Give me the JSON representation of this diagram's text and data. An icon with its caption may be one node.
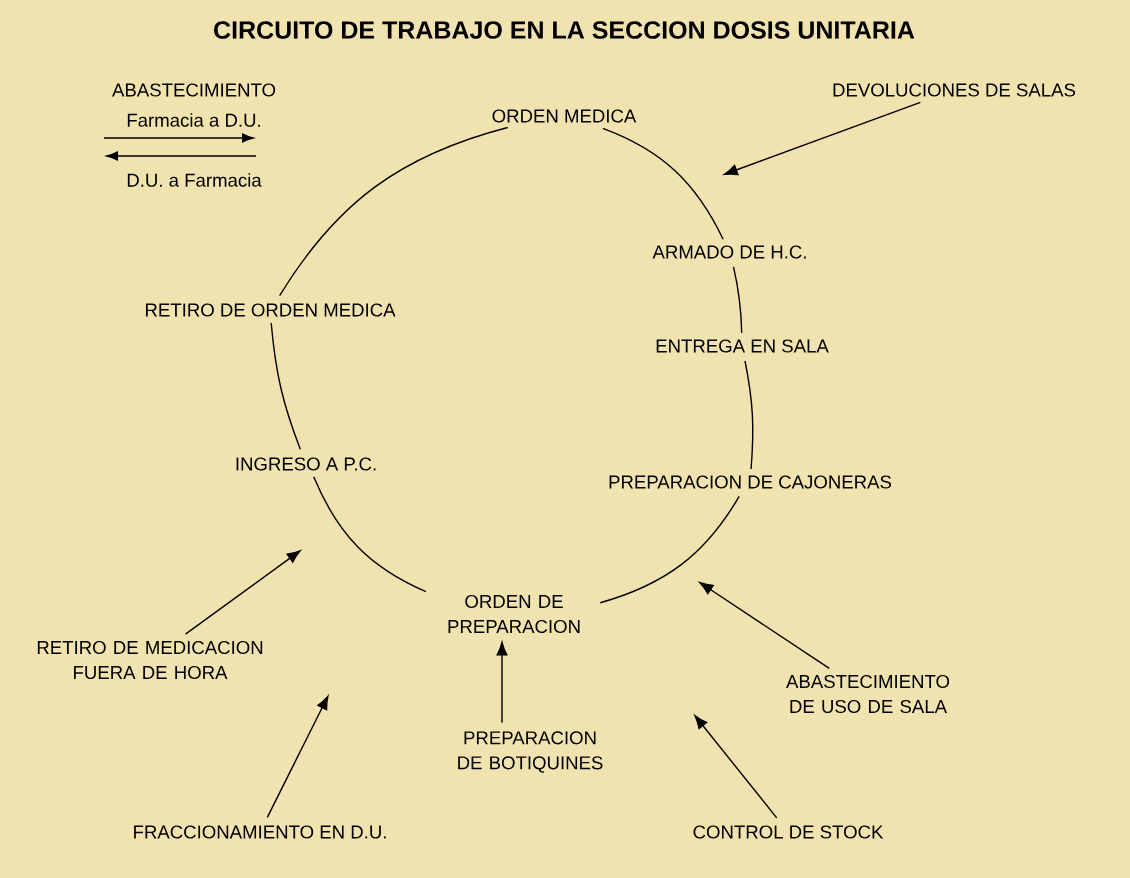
{
  "diagram": {
    "title": "CIRCUITO DE TRABAJO EN LA SECCION DOSIS UNITARIA",
    "nodes": [
      {
        "text": [
          "ORDEN MEDICA"
        ]
      },
      {
        "text": [
          "DEVOLUCIONES DE SALAS"
        ]
      },
      {
        "text": [
          "ARMADO DE H.C."
        ]
      },
      {
        "text": [
          "RETIRO DE ORDEN MEDICA"
        ]
      },
      {
        "text": [
          "ENTREGA EN SALA"
        ]
      },
      {
        "text": [
          "INGRESO A  P.C."
        ]
      },
      {
        "text": [
          "PREPARACION DE CAJONERAS"
        ]
      },
      {
        "text": [
          "ORDEN DE PREPARACION"
        ]
      },
      {
        "text": [
          "RETIRO DE MEDICACION FUERA DE HORA"
        ]
      },
      {
        "text": [
          "ABASTECIMIENTO DE USO DE SALA"
        ]
      },
      {
        "text": [
          "PREPARACION DE BOTIQUINES"
        ]
      },
      {
        "text": [
          "FRACCIONAMIENTO EN D.U."
        ]
      },
      {
        "text": [
          "CONTROL DE STOCK"
        ]
      }
    ],
    "edges": [
      {
        "from": 0,
        "to": 2,
        "arrow": "none"
      },
      {
        "from": 2,
        "to": 4,
        "arrow": "none"
      },
      {
        "from": 4,
        "to": 6,
        "arrow": "none"
      },
      {
        "from": 6,
        "to": 7,
        "arrow": "none"
      },
      {
        "from": 7,
        "to": 5,
        "arrow": "none"
      },
      {
        "from": 5,
        "to": 3,
        "arrow": "none"
      },
      {
        "from": 3,
        "to": 0,
        "arrow": "none"
      },
      {
        "from": 1,
        "to": null,
        "arrow": "to"
      },
      {
        "from": 8,
        "to": null,
        "arrow": "to"
      },
      {
        "from": 11,
        "to": null,
        "arrow": "to"
      },
      {
        "from": 9,
        "to": null,
        "arrow": "to"
      },
      {
        "from": 12,
        "to": null,
        "arrow": "to"
      },
      {
        "from": 10,
        "to": 7,
        "arrow": "to"
      }
    ],
    "labels": [
      "ABASTECIMIENTO",
      "Farmacia a D.U.",
      "D.U. a Farmacia"
    ]
  }
}
